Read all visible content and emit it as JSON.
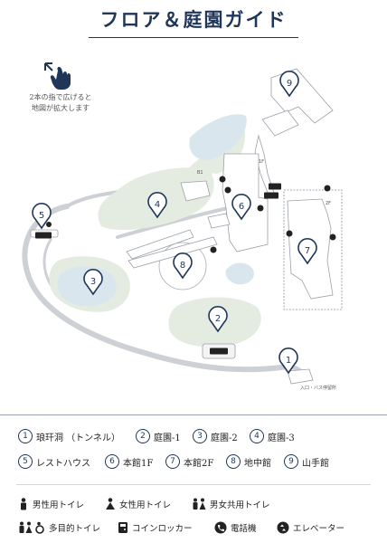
{
  "title": "フロア＆庭園ガイド",
  "zoom_hint": {
    "line1": "2本の指で広げると",
    "line2": "地図が拡大します"
  },
  "map": {
    "floor_labels": {
      "f1": "1F",
      "f2": "2F",
      "b1": "B1"
    },
    "entrance_label": "入口・バス停留所"
  },
  "locations": [
    {
      "num": "1",
      "name": "琅玕洞 （トンネル）"
    },
    {
      "num": "2",
      "name": "庭園-1"
    },
    {
      "num": "3",
      "name": "庭園-2"
    },
    {
      "num": "4",
      "name": "庭園-3"
    },
    {
      "num": "5",
      "name": "レストハウス"
    },
    {
      "num": "6",
      "name": "本館1F"
    },
    {
      "num": "7",
      "name": "本館2F"
    },
    {
      "num": "8",
      "name": "地中館"
    },
    {
      "num": "9",
      "name": "山手館"
    }
  ],
  "facilities": [
    {
      "icon": "male-toilet-icon",
      "label": "男性用トイレ"
    },
    {
      "icon": "female-toilet-icon",
      "label": "女性用トイレ"
    },
    {
      "icon": "unisex-toilet-icon",
      "label": "男女共用トイレ"
    },
    {
      "icon": "multipurpose-toilet-icon",
      "label": "多目的トイレ"
    },
    {
      "icon": "coin-locker-icon",
      "label": "コインロッカー"
    },
    {
      "icon": "telephone-icon",
      "label": "電話機"
    },
    {
      "icon": "elevator-icon",
      "label": "エレベーター"
    }
  ],
  "colors": {
    "navy": "#1f3659",
    "green": "#e3ebe1",
    "water": "#d8e6ef",
    "path": "#cfd2d6"
  }
}
